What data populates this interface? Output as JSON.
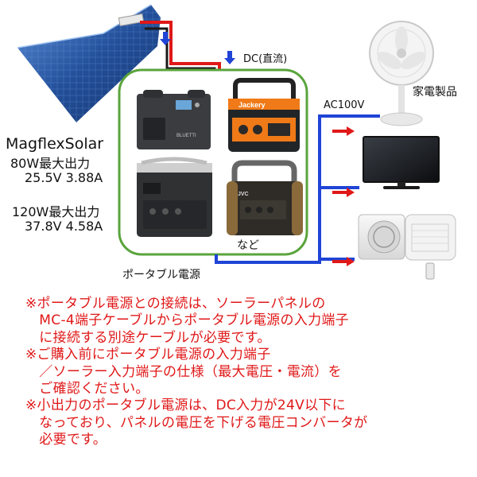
{
  "labels": {
    "dc": "DC(直流)",
    "ac": "AC100V",
    "appliances": "家電製品",
    "portable_power": "ポータブル電源",
    "etc": "など"
  },
  "panel_specs": {
    "brand": "MagflexSolar",
    "spec80_title": "80W最大出力",
    "spec80_values": "25.5V 3.88A",
    "spec120_title": "120W最大出力",
    "spec120_values": "37.8V 4.58A"
  },
  "notes": [
    "※ポータブル電源との接続は、ソーラーパネルの",
    "　MC-4端子ケーブルからポータブル電源の入力端子",
    "　に接続する別途ケーブルが必要です。",
    "※ご購入前にポータブル電源の入力端子",
    "　／ソーラー入力端子の仕様（最大電圧・電流）を",
    "　ご確認ください。",
    "※小出力のポータブル電源は、DC入力が24V以下に",
    "　なっており、パネルの電圧を下げる電圧コンバータが",
    "　必要です。"
  ],
  "brand_marks": {
    "jackery": "Jackery",
    "bluetti": "BLUETTI",
    "jvc": "JVC"
  },
  "colors": {
    "green_frame": "#5aa43c",
    "blue_line": "#1f44d6",
    "red_line": "#e01818",
    "note_text": "#e01818",
    "jackery_orange": "#f07a18"
  },
  "icons": [
    "solar-panel",
    "power-station",
    "electric-fan",
    "television",
    "air-conditioner",
    "arrow"
  ]
}
